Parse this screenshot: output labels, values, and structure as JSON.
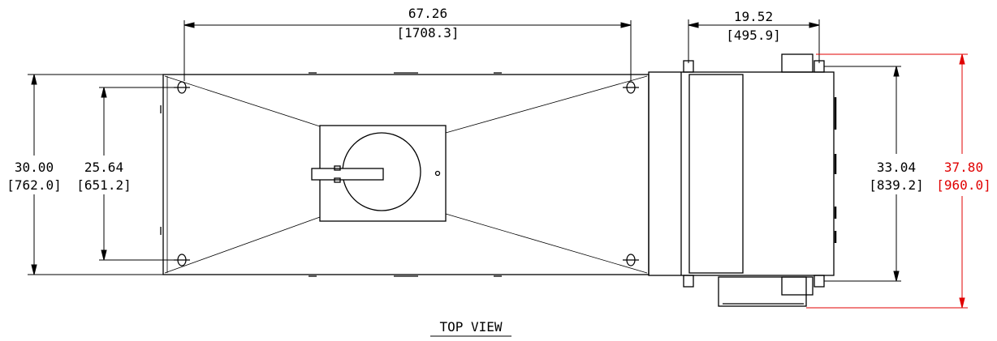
{
  "drawing": {
    "caption": "TOP VIEW",
    "colors": {
      "line": "#000000",
      "highlight": "#e00000",
      "background": "#ffffff"
    },
    "dimensions": {
      "overall_length": {
        "inches": "67.26",
        "mm": "[1708.3]"
      },
      "side_depth": {
        "inches": "19.52",
        "mm": "[495.9]"
      },
      "overall_width": {
        "inches": "30.00",
        "mm": "[762.0]"
      },
      "mounting_width": {
        "inches": "25.64",
        "mm": "[651.2]"
      },
      "side_width": {
        "inches": "33.04",
        "mm": "[839.2]"
      },
      "max_width": {
        "inches": "37.80",
        "mm": "[960.0]"
      }
    }
  }
}
